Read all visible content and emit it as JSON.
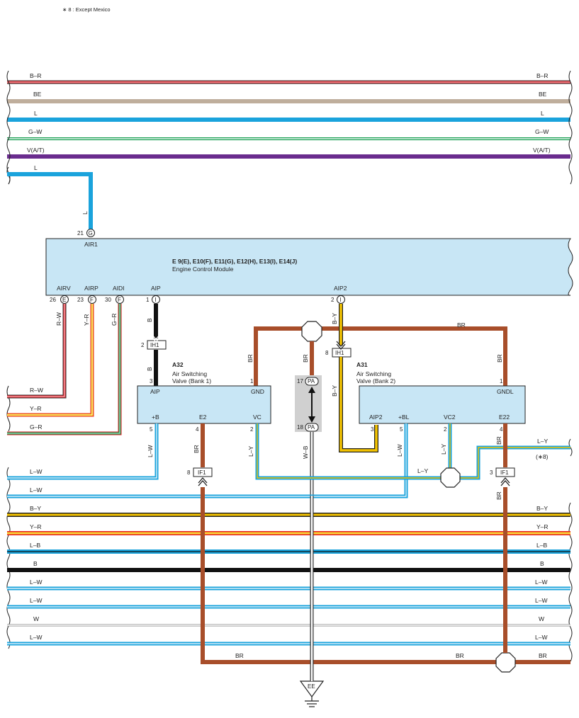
{
  "note": "∗ 8 : Except Mexico",
  "colors": {
    "red": "#e8202a",
    "beige": "#bfae9c",
    "blue": "#1aa3dc",
    "green": "#0d9a4a",
    "purple": "#6a2c8e",
    "black": "#111111",
    "yellow": "#f5c400",
    "brown": "#a84e2a",
    "ecm_fill": "#c8e6f5",
    "gray": "#999999"
  },
  "top_wires": [
    "B–R",
    "BE",
    "L",
    "G–W",
    "V(A/T)"
  ],
  "l_wire_label": "L",
  "ecm": {
    "title": "E 9(E), E10(F), E11(G), E12(H), E13(I), E14(J)",
    "subtitle": "Engine Control Module",
    "air1": {
      "pin": "21",
      "conn": "G",
      "name": "AIR1"
    },
    "pins": [
      {
        "name": "AIRV",
        "num": "26",
        "conn": "E",
        "wire": "R–W"
      },
      {
        "name": "AIRP",
        "num": "23",
        "conn": "F",
        "wire": "Y–R"
      },
      {
        "name": "AIDI",
        "num": "30",
        "conn": "F",
        "wire": "G–R"
      },
      {
        "name": "AIP",
        "num": "1",
        "conn": "I",
        "wire": "B"
      },
      {
        "name": "AIP2",
        "num": "2",
        "conn": "I",
        "wire": "B–Y"
      }
    ]
  },
  "left_wires": [
    "R–W",
    "Y–R",
    "G–R"
  ],
  "a32": {
    "id": "A32",
    "name1": "Air Switching",
    "name2": "Valve (Bank 1)",
    "top_pins": [
      {
        "label": "AIP",
        "num": "3"
      },
      {
        "label": "GND",
        "num": "1"
      }
    ],
    "bottom_pins": [
      {
        "label": "+B",
        "num": "5"
      },
      {
        "label": "E2",
        "num": "4"
      },
      {
        "label": "VC",
        "num": "2"
      }
    ]
  },
  "a31": {
    "id": "A31",
    "name1": "Air Switching",
    "name2": "Valve (Bank 2)",
    "top_pins": [
      {
        "label": "GNDL",
        "num": "1"
      }
    ],
    "bottom_pins": [
      {
        "label": "AIP2",
        "num": "3"
      },
      {
        "label": "+BL",
        "num": "5"
      },
      {
        "label": "VC2",
        "num": "2"
      },
      {
        "label": "E22",
        "num": "4"
      }
    ]
  },
  "connectors": {
    "ih1_left": {
      "pin": "2",
      "name": "IH1"
    },
    "ih1_right": {
      "pin": "8",
      "name": "IH1"
    },
    "if1_left": {
      "pin": "8",
      "name": "IF1"
    },
    "if1_right": {
      "pin": "3",
      "name": "IF1"
    },
    "pa_top": {
      "pin": "17",
      "name": "PA"
    },
    "pa_bottom": {
      "pin": "18",
      "name": "PA"
    },
    "ground": "EE"
  },
  "wire_labels": {
    "br": "BR",
    "b": "B",
    "by": "B–Y",
    "lw": "L–W",
    "ly": "L–Y",
    "wb": "W–B",
    "except": "(∗8)"
  },
  "bottom_wires": [
    "L–W",
    "L–W",
    "B–Y",
    "Y–R",
    "L–B",
    "B",
    "L–W",
    "L–W",
    "W",
    "L–W"
  ]
}
